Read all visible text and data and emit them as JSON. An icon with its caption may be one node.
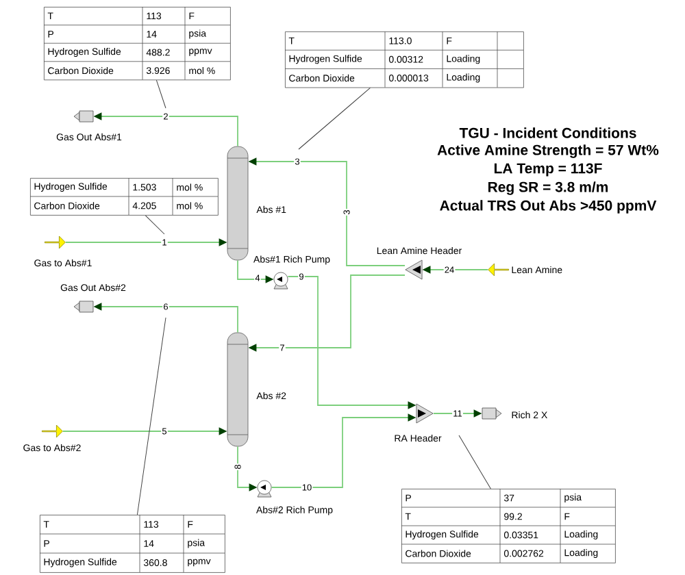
{
  "diagram": {
    "title": "TGU - Incident Conditions",
    "nodes": [
      {
        "text": [],
        "shape": "box",
        "beside": [
          "Gas Out Abs#1"
        ]
      },
      {
        "text": [],
        "shape": "cylinder",
        "beside": [
          "Abs #1"
        ]
      },
      {
        "text": [],
        "shape": "arrow",
        "beside": [
          "Gas to Abs#1"
        ]
      },
      {
        "text": [],
        "shape": "circle",
        "beside": [
          "Abs#1 Rich Pump"
        ]
      },
      {
        "text": [],
        "shape": "triangle",
        "beside": [
          "Lean Amine Header"
        ]
      },
      {
        "text": [],
        "shape": "arrow",
        "beside": [
          "Lean Amine"
        ]
      },
      {
        "text": [],
        "shape": "box",
        "beside": [
          "Gas Out Abs#2"
        ]
      },
      {
        "text": [],
        "shape": "cylinder",
        "beside": [
          "Abs #2"
        ]
      },
      {
        "text": [],
        "shape": "arrow",
        "beside": [
          "Gas to Abs#2"
        ]
      },
      {
        "text": [],
        "shape": "circle",
        "beside": [
          "Abs#2 Rich Pump"
        ]
      },
      {
        "text": [],
        "shape": "triangle",
        "beside": [
          "RA Header"
        ]
      },
      {
        "text": [],
        "shape": "box",
        "beside": [
          "Rich 2 X"
        ]
      },
      {
        "text": [
          "T",
          "113",
          "F",
          "P",
          "14",
          "psia",
          "Hydrogen Sulfide",
          "488.2",
          "ppmv",
          "Carbon Dioxide",
          "3.926",
          "mol %"
        ]
      },
      {
        "text": [
          "T",
          "113.0",
          "F",
          "Hydrogen Sulfide",
          "0.00312",
          "Loading",
          "Carbon Dioxide",
          "0.000013",
          "Loading"
        ]
      },
      {
        "text": [
          "Hydrogen Sulfide",
          "1.503",
          "mol %",
          "Carbon Dioxide",
          "4.205",
          "mol %"
        ]
      },
      {
        "text": [
          "T",
          "113",
          "F",
          "P",
          "14",
          "psia",
          "Hydrogen Sulfide",
          "360.8",
          "ppmv"
        ]
      },
      {
        "text": [
          "P",
          "37",
          "psia",
          "T",
          "99.2",
          "F",
          "Hydrogen Sulfide",
          "0.03351",
          "Loading",
          "Carbon Dioxide",
          "0.002762",
          "Loading"
        ]
      }
    ],
    "edges": [
      {
        "from": 2,
        "to": 1,
        "arrow": "to",
        "label": "1"
      },
      {
        "from": 1,
        "to": 0,
        "arrow": "to",
        "label": "2"
      },
      {
        "from": 4,
        "to": 1,
        "arrow": "to",
        "label": "3"
      },
      {
        "from": 1,
        "to": 3,
        "arrow": "to",
        "label": "4"
      },
      {
        "from": 3,
        "to": 10,
        "arrow": "to",
        "label": "9"
      },
      {
        "from": 5,
        "to": 4,
        "arrow": "to",
        "label": "24"
      },
      {
        "from": 4,
        "to": 7,
        "arrow": "to",
        "label": "7"
      },
      {
        "from": 8,
        "to": 7,
        "arrow": "to",
        "label": "5"
      },
      {
        "from": 7,
        "to": 6,
        "arrow": "to",
        "label": "6"
      },
      {
        "from": 7,
        "to": 9,
        "arrow": "to",
        "label": "8"
      },
      {
        "from": 9,
        "to": 10,
        "arrow": "to",
        "label": "10"
      },
      {
        "from": 10,
        "to": 11,
        "arrow": "to",
        "label": "11"
      },
      {
        "from": 12,
        "to": null,
        "arrow": "none",
        "color": "#404040"
      },
      {
        "from": 13,
        "to": null,
        "arrow": "none",
        "color": "#404040"
      },
      {
        "from": 14,
        "to": null,
        "arrow": "none",
        "color": "#404040"
      },
      {
        "from": 15,
        "to": null,
        "arrow": "none",
        "color": "#404040"
      },
      {
        "from": 16,
        "to": null,
        "arrow": "none",
        "color": "#404040"
      }
    ],
    "labels": [
      "Active Amine Strength = 57 Wt%",
      "LA Temp = 113F",
      "Reg SR = 3.8 m/m",
      "Actual TRS Out Abs >450 ppmV",
      "3"
    ]
  }
}
